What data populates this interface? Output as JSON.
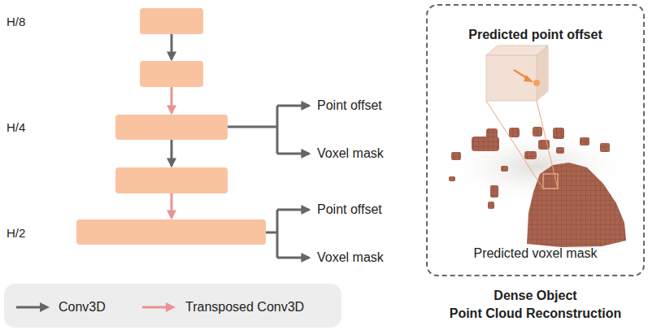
{
  "diagram": {
    "caption": "Dense Object Point Cloud Reconstruction",
    "nodes": [
      {
        "text": [
          "Predicted point offset",
          "Predicted voxel mask"
        ]
      }
    ],
    "labels": [
      "H/8",
      "H/4",
      "H/2",
      "Point offset",
      "Voxel mask",
      "Point offset",
      "Voxel mask"
    ],
    "legend": [
      {
        "text": "Conv3D"
      },
      {
        "text": "Transposed Conv3D"
      }
    ]
  }
}
